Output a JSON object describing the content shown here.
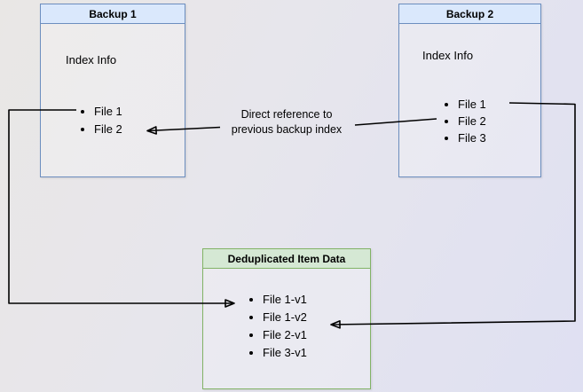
{
  "diagram": {
    "boxes": [
      {
        "title": "Backup 1",
        "subtitle": "Index Info",
        "files": [
          "File 1",
          "File 2"
        ]
      },
      {
        "title": "Backup 2",
        "subtitle": "Index Info",
        "files": [
          "File 1",
          "File 2",
          "File 3"
        ]
      },
      {
        "title": "Deduplicated Item Data",
        "files": [
          "File 1-v1",
          "File 1-v2",
          "File 2-v1",
          "File 3-v1"
        ]
      }
    ],
    "edge_label": {
      "line1": "Direct reference to",
      "line2": "previous backup index"
    },
    "colors": {
      "blue_border": "#6c8ebf",
      "blue_header_fill": "#dae8fc",
      "green_border": "#82b366",
      "green_header_fill": "#d5e8d4",
      "arrow": "#000000",
      "background_left": "#e9e7e5",
      "background_right": "#dfe0f2"
    }
  }
}
